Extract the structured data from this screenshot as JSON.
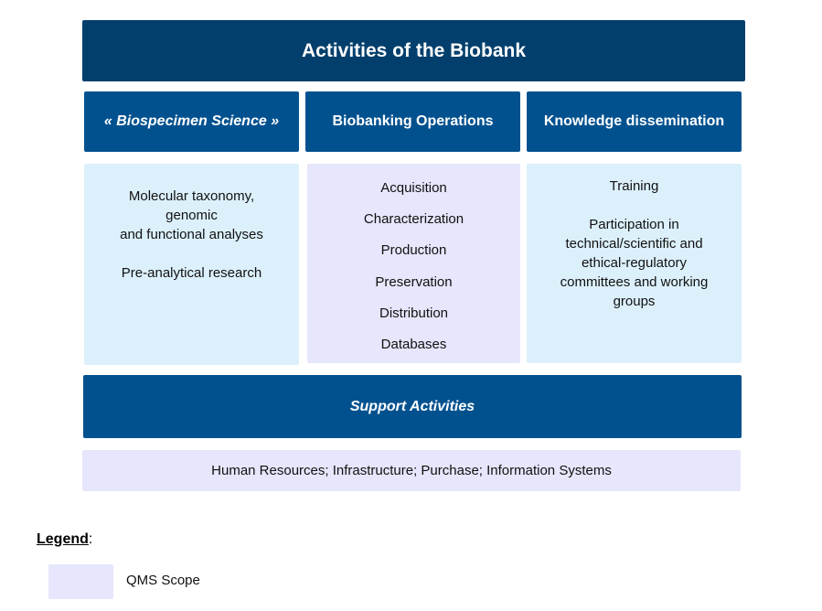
{
  "title": "Activities of the Biobank",
  "columns": [
    {
      "header": "« Biospecimen Science »",
      "items": [
        "Molecular taxonomy,",
        "genomic",
        "and functional analyses",
        "",
        "Pre-analytical research"
      ]
    },
    {
      "header": "Biobanking Operations",
      "items": [
        "Acquisition",
        "Characterization",
        "Production",
        "Preservation",
        "Distribution",
        "Databases"
      ]
    },
    {
      "header": "Knowledge dissemination",
      "items": [
        "Training",
        "",
        "Participation in",
        "technical/scientific and",
        "ethical-regulatory",
        "committees and working",
        "groups"
      ]
    }
  ],
  "support": {
    "header": "Support Activities",
    "items": "Human Resources; Infrastructure; Purchase; Information Systems"
  },
  "legend": {
    "title": "Legend",
    "colon": ":",
    "label": "QMS Scope"
  },
  "colors": {
    "title": "#023f6c",
    "header": "#02518f",
    "light_blue": "#dcf0fc",
    "qms": "#e6e6fc"
  }
}
